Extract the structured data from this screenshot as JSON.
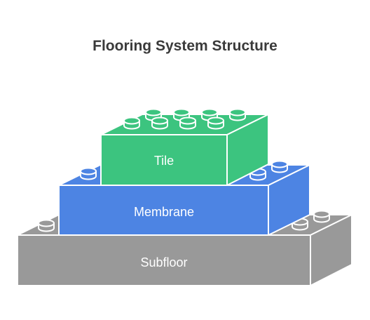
{
  "diagram": {
    "title": "Flooring System Structure",
    "layers": [
      {
        "label": "Tile",
        "color": "#3cc47f",
        "color_side": "#3cc47f",
        "color_top": "#3cc47f"
      },
      {
        "label": "Membrane",
        "color": "#4d84e3",
        "color_side": "#4d84e3",
        "color_top": "#4d84e3"
      },
      {
        "label": "Subfloor",
        "color": "#999999",
        "color_side": "#999999",
        "color_top": "#999999"
      }
    ]
  }
}
